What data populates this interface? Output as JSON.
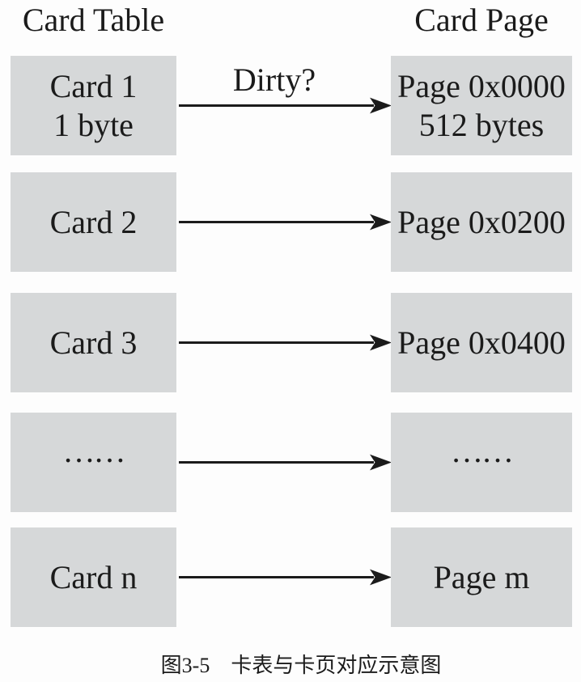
{
  "diagram": {
    "left_header": "Card Table",
    "right_header": "Card Page",
    "rows": [
      {
        "left_lines": [
          "Card 1",
          "1 byte"
        ],
        "arrow_label": "Dirty?",
        "right_lines": [
          "Page 0x0000",
          "512 bytes"
        ]
      },
      {
        "left_lines": [
          "Card 2"
        ],
        "arrow_label": "",
        "right_lines": [
          "Page 0x0200"
        ]
      },
      {
        "left_lines": [
          "Card 3"
        ],
        "arrow_label": "",
        "right_lines": [
          "Page 0x0400"
        ]
      },
      {
        "left_lines": [
          "……"
        ],
        "arrow_label": "",
        "right_lines": [
          "……"
        ]
      },
      {
        "left_lines": [
          "Card n"
        ],
        "arrow_label": "",
        "right_lines": [
          "Page m"
        ]
      }
    ],
    "caption": "图3-5　卡表与卡页对应示意图",
    "colors": {
      "box_fill": "#d6d8d9",
      "text": "#1b1b1b",
      "arrow": "#1b1b1b",
      "background": "#fdfdfd"
    }
  }
}
